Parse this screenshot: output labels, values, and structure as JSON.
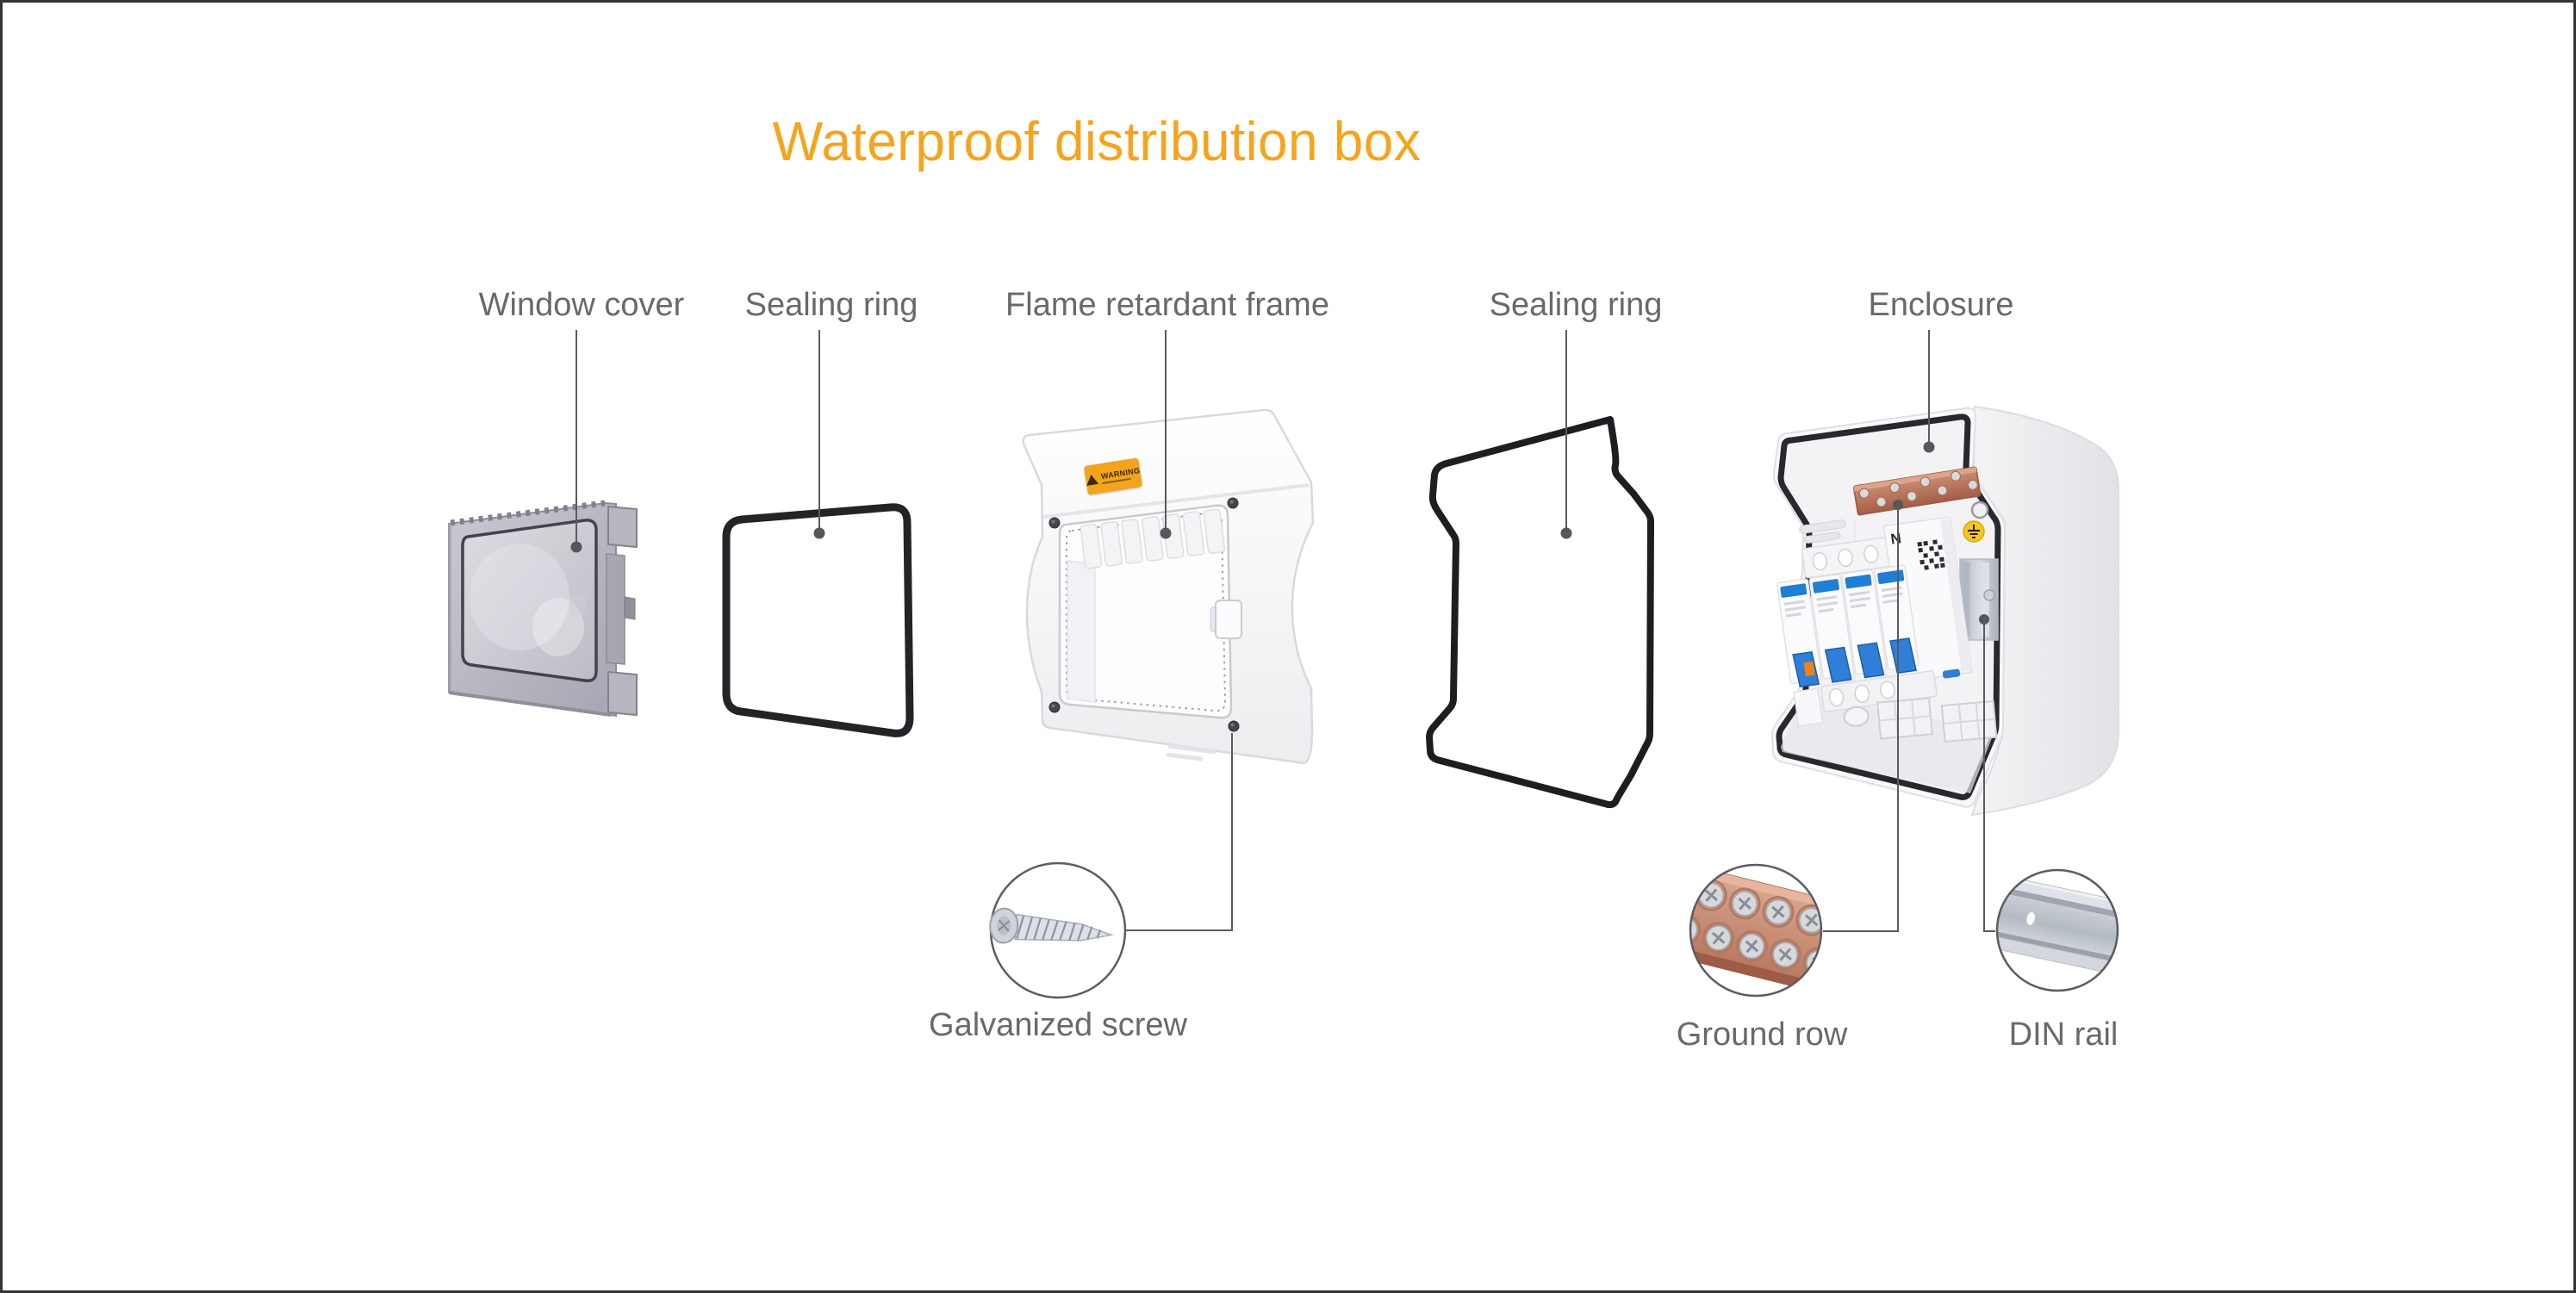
{
  "page": {
    "title": "Waterproof distribution box"
  },
  "part_labels": {
    "window_cover": "Window cover",
    "sealing_ring_1": "Sealing ring",
    "flame_frame": "Flame retardant frame",
    "sealing_ring_2": "Sealing ring",
    "enclosure": "Enclosure"
  },
  "callout_labels": {
    "galvanized_screw": "Galvanized screw",
    "ground_row": "Ground row",
    "din_rail": "DIN rail"
  },
  "markings": {
    "warning": "WARNING",
    "neutral": "N"
  },
  "colors": {
    "title_orange": "#F6A41D",
    "label_gray": "#69696d",
    "leader_gray": "#5b5b60",
    "warning_bg": "#F2A41C",
    "breaker_blue": "#2F7FD8",
    "copper": "#BE7B5F",
    "ground_symbol_yellow": "#F5C61E",
    "gasket_dark": "#28282d"
  }
}
